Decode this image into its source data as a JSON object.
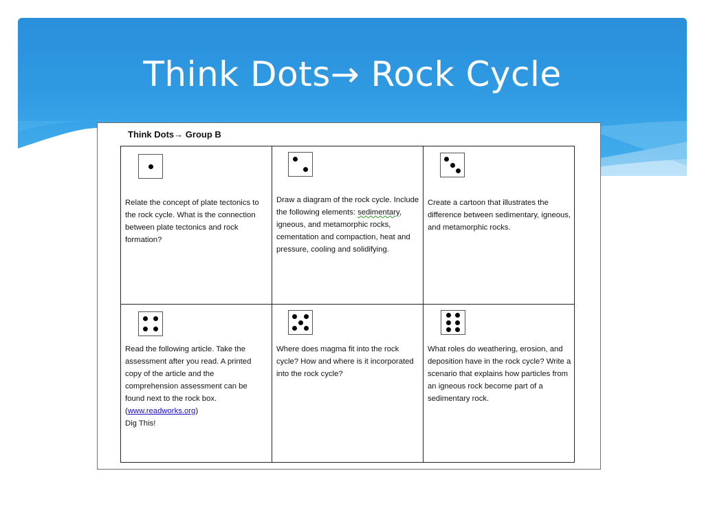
{
  "slide": {
    "title": "Think Dots→ Rock Cycle"
  },
  "document": {
    "heading": "Think Dots→ Group B",
    "cells": [
      {
        "pips": [
          [
            0.5,
            0.5
          ]
        ],
        "text": "Relate the concept of plate tectonics to the rock cycle.  What is the connection between plate tectonics and rock formation?"
      },
      {
        "pips": [
          [
            0.28,
            0.28
          ],
          [
            0.72,
            0.72
          ]
        ],
        "text_a": "Draw a diagram of the rock cycle.  Include the following elements: ",
        "squiggle_word": "sedimentary",
        "text_b": ", igneous, and metamorphic rocks, cementation and compaction, heat and pressure, cooling and solidifying."
      },
      {
        "pips": [
          [
            0.25,
            0.25
          ],
          [
            0.5,
            0.5
          ],
          [
            0.75,
            0.75
          ]
        ],
        "text": "Create a cartoon that illustrates the difference between sedimentary, igneous, and metamorphic rocks."
      },
      {
        "pips": [
          [
            0.28,
            0.28
          ],
          [
            0.72,
            0.28
          ],
          [
            0.28,
            0.72
          ],
          [
            0.72,
            0.72
          ]
        ],
        "text": "Read the following article.  Take the assessment after you read.  A printed copy of the article and the comprehension assessment can be found next to the rock box.",
        "link_open": "(",
        "link_text": "www.readworks.org",
        "link_close": ")",
        "footer": "Dig This!"
      },
      {
        "pips": [
          [
            0.25,
            0.25
          ],
          [
            0.75,
            0.25
          ],
          [
            0.5,
            0.5
          ],
          [
            0.25,
            0.75
          ],
          [
            0.75,
            0.75
          ]
        ],
        "text": "Where does magma fit into the rock cycle?  How and where is it incorporated into the rock cycle?"
      },
      {
        "pips": [
          [
            0.3,
            0.2
          ],
          [
            0.7,
            0.2
          ],
          [
            0.3,
            0.5
          ],
          [
            0.7,
            0.5
          ],
          [
            0.3,
            0.8
          ],
          [
            0.7,
            0.8
          ]
        ],
        "text": "What roles do weathering, erosion, and deposition have in the rock cycle?  Write a scenario that explains how particles from an igneous rock become part of a sedimentary rock."
      }
    ]
  }
}
